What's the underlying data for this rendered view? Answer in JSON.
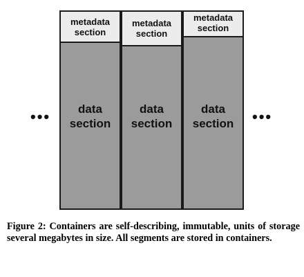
{
  "containers": [
    {
      "metadata_label": "metadata section",
      "data_label": "data section"
    },
    {
      "metadata_label": "metadata section",
      "data_label": "data section"
    },
    {
      "metadata_label": "metadata section",
      "data_label": "data section"
    }
  ],
  "ellipsis": "•••",
  "caption": "Figure 2: Containers are self-describing, immutable, units of storage several megabytes in size. All segments are stored in containers."
}
